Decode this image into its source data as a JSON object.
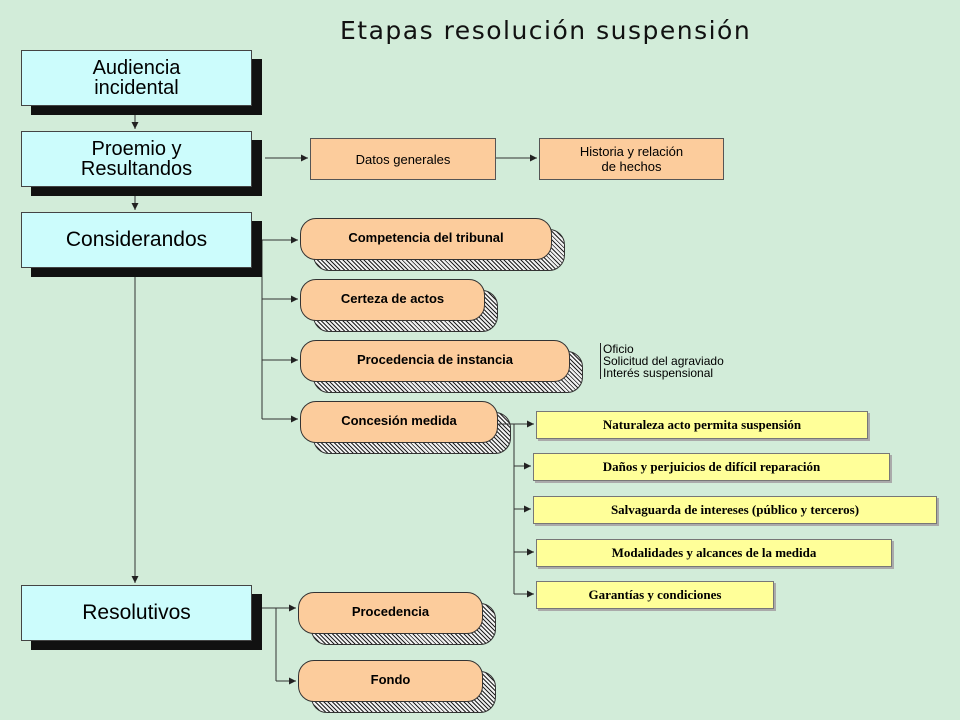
{
  "title": "Etapas   resolución   suspensión",
  "stages": {
    "audiencia": [
      "Audiencia",
      "incidental"
    ],
    "proemio": [
      "Proemio y",
      "Resultandos"
    ],
    "considerandos": "Considerandos",
    "resolutivos": "Resolutivos"
  },
  "proemio_chain": {
    "datos_generales": "Datos generales",
    "historia": [
      "Historia y relación",
      "de hechos"
    ]
  },
  "considerandos_items": {
    "competencia": "Competencia del tribunal",
    "certeza": "Certeza de actos",
    "procedencia_instancia": "Procedencia de instancia",
    "concesion": "Concesión medida"
  },
  "procedencia_instancia_sub": [
    "Oficio",
    "Solicitud del agraviado",
    "Interés suspensional"
  ],
  "concesion_criteria": [
    "Naturaleza acto permita suspensión",
    "Daños y perjuicios de difícil reparación",
    "Salvaguarda de intereses (público y terceros)",
    "Modalidades y alcances de la medida",
    "Garantías y condiciones"
  ],
  "resolutivos_items": {
    "procedencia": "Procedencia",
    "fondo": "Fondo"
  },
  "colors": {
    "background": "#d2ecd9",
    "stage_fill": "#ccfcfc",
    "orange_fill": "#fccc9c",
    "yellow_fill": "#ffff99"
  }
}
